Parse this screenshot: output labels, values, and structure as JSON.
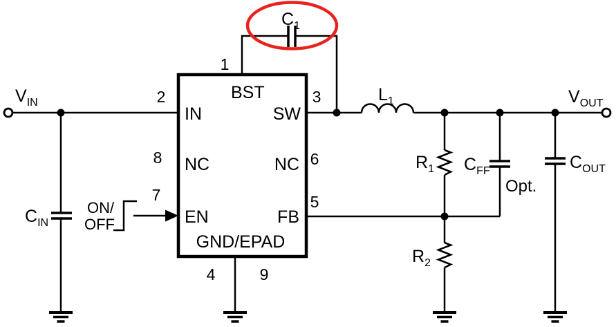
{
  "colors": {
    "ink": "#000000",
    "highlight": "#e8231d",
    "background": "#ffffff"
  },
  "terminals": {
    "vin": {
      "main": "V",
      "sub": "IN"
    },
    "vout": {
      "main": "V",
      "sub": "OUT"
    }
  },
  "ic": {
    "pin_labels": {
      "bst": "BST",
      "in": "IN",
      "sw": "SW",
      "nc_left": "NC",
      "nc_right": "NC",
      "en": "EN",
      "fb": "FB",
      "gnd_epad": "GND/EPAD"
    },
    "pin_numbers": {
      "bst": "1",
      "in": "2",
      "sw": "3",
      "nc_left": "8",
      "nc_right": "6",
      "en": "7",
      "fb": "5",
      "gnd_left": "4",
      "gnd_right": "9"
    }
  },
  "components": {
    "c1": {
      "main": "C",
      "sub": "1"
    },
    "cin": {
      "main": "C",
      "sub": "IN"
    },
    "cout": {
      "main": "C",
      "sub": "OUT"
    },
    "cff": {
      "main": "C",
      "sub": "FF",
      "note": "Opt."
    },
    "l1": {
      "main": "L",
      "sub": "1"
    },
    "r1": {
      "main": "R",
      "sub": "1"
    },
    "r2": {
      "main": "R",
      "sub": "2"
    }
  },
  "enable_signal": {
    "line1": "ON/",
    "line2": "OFF"
  }
}
